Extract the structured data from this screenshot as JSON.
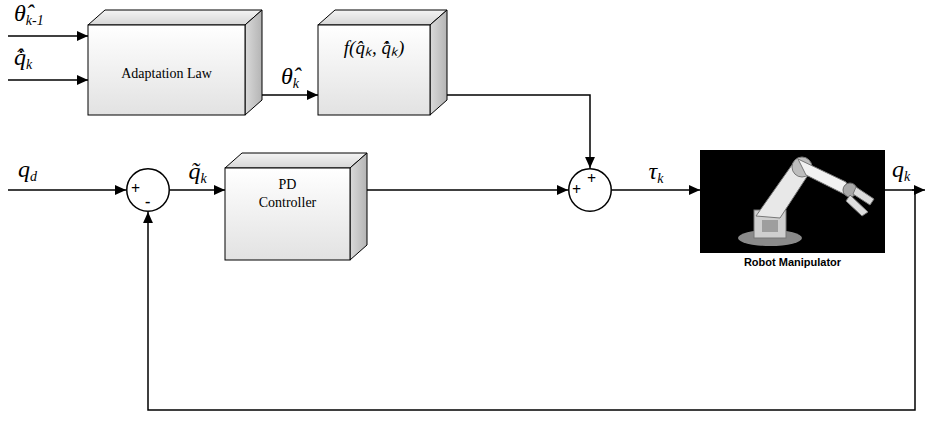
{
  "diagram": {
    "nodes": [
      {
        "text": [
          "Adaptation Law"
        ]
      },
      {
        "text": [
          "f(q̂ₖ, q̂̇ₖ)"
        ]
      },
      {
        "text": [
          "+",
          "-"
        ]
      },
      {
        "text": [
          "PD Controller"
        ]
      },
      {
        "text": [
          "+",
          "+"
        ]
      },
      {
        "text": [
          "Robot Manipulator"
        ]
      }
    ],
    "edges": [
      {
        "from": 0,
        "to": 1,
        "arrow": "to",
        "label": "θ̂k"
      },
      {
        "from": 1,
        "to": 4,
        "arrow": "to"
      },
      {
        "from": 2,
        "to": 3,
        "arrow": "to",
        "label": "q̃k"
      },
      {
        "from": 3,
        "to": 4,
        "arrow": "to"
      },
      {
        "from": 4,
        "to": 5,
        "arrow": "to",
        "label": "τk"
      },
      {
        "from": 5,
        "to": 2,
        "arrow": "to"
      }
    ],
    "labels": [
      "θ̂k-1",
      "q̂̇k",
      "qd",
      "qk"
    ]
  }
}
